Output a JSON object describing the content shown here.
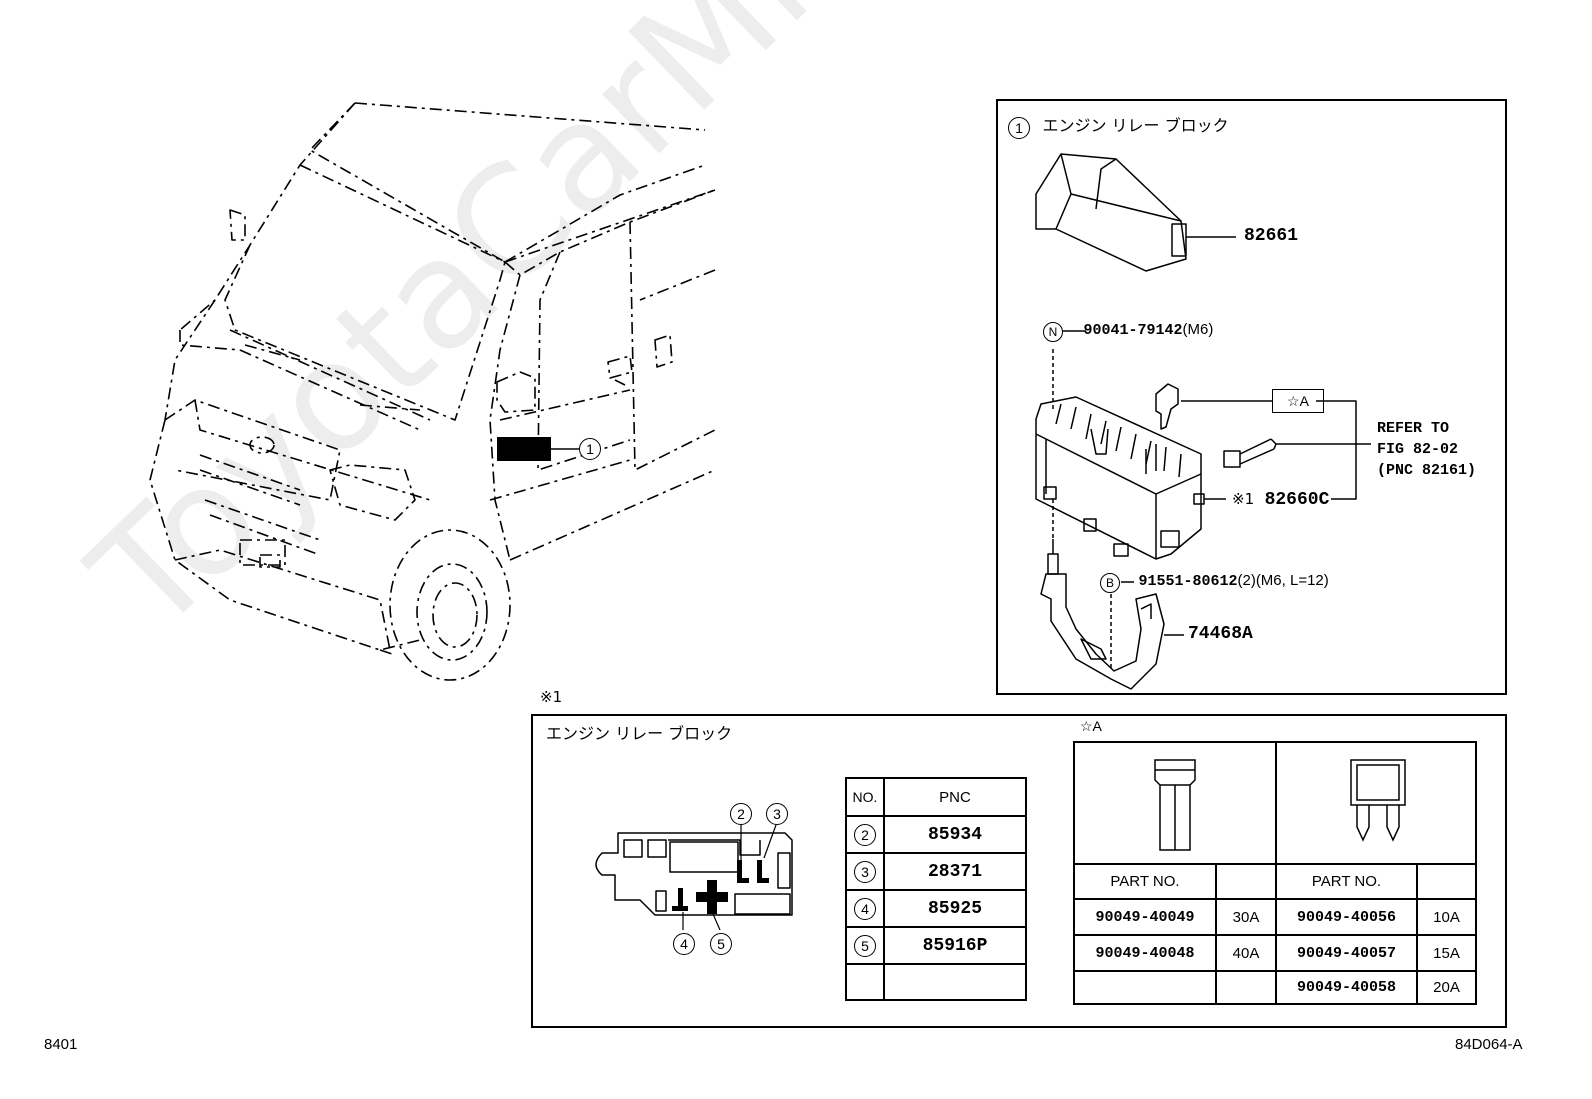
{
  "watermark": "ToyotaCarMine.ru",
  "page": {
    "left_code": "8401",
    "right_code": "84D064-A"
  },
  "vehicle": {
    "callout": "1"
  },
  "detail_box": {
    "num": "1",
    "title": "エンジン リレー ブロック",
    "parts": {
      "cover": "82661",
      "nut": {
        "mark": "N",
        "number": "90041-79142",
        "spec": "(M6)"
      },
      "fuse_ref": "☆A",
      "refer": [
        "REFER TO",
        "FIG 82-02",
        "(PNC 82161)"
      ],
      "block": {
        "note": "※1",
        "number": "82660C"
      },
      "bolt": {
        "mark": "B",
        "number": "91551-80612",
        "spec": "(2)(M6, L=12)"
      },
      "bracket": "74468A"
    }
  },
  "bottom": {
    "note": "※1",
    "title": "エンジン リレー ブロック",
    "block_callouts": [
      "2",
      "3",
      "4",
      "5"
    ],
    "pnc_table": {
      "headers": [
        "NO.",
        "PNC"
      ],
      "rows": [
        {
          "no": "2",
          "pnc": "85934"
        },
        {
          "no": "3",
          "pnc": "28371"
        },
        {
          "no": "4",
          "pnc": "85925"
        },
        {
          "no": "5",
          "pnc": "85916P"
        }
      ]
    },
    "fuse": {
      "label": "☆A",
      "left": {
        "header": "PART NO.",
        "rows": [
          {
            "part": "90049-40049",
            "amp": "30A"
          },
          {
            "part": "90049-40048",
            "amp": "40A"
          }
        ]
      },
      "right": {
        "header": "PART NO.",
        "rows": [
          {
            "part": "90049-40056",
            "amp": "10A"
          },
          {
            "part": "90049-40057",
            "amp": "15A"
          },
          {
            "part": "90049-40058",
            "amp": "20A"
          }
        ]
      }
    }
  }
}
